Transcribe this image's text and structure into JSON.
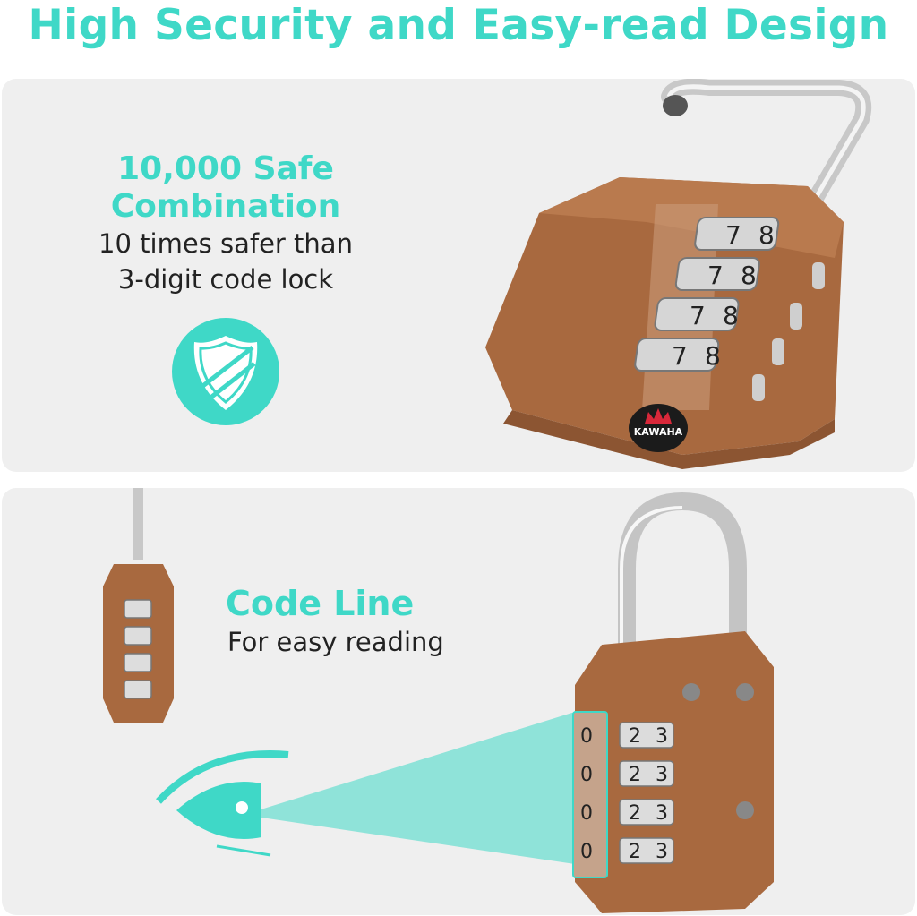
{
  "title": "High Security and Easy-read Design",
  "feature1": {
    "heading": [
      "10,000 Safe",
      "Combination"
    ],
    "description": [
      "10 times safer than",
      "3-digit code lock"
    ],
    "icon": "shield-icon",
    "dial_digits": [
      "7",
      "8"
    ]
  },
  "feature2": {
    "heading": "Code Line",
    "description": "For easy reading",
    "icon": "eye-icon",
    "dial_digits": [
      "0",
      "2",
      "3"
    ]
  },
  "logo_text": "KAWAHA",
  "colors": {
    "accent": "#3fd8c7",
    "lock_body": "#a8693f",
    "panel": "#efefef"
  }
}
